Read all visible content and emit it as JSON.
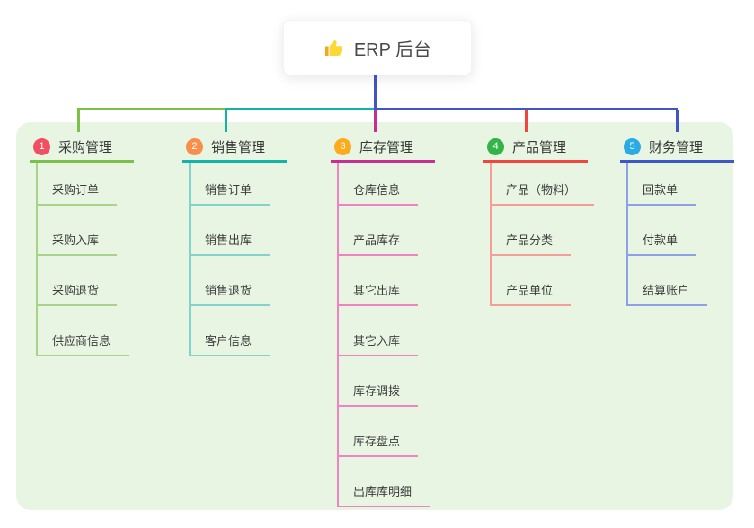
{
  "root": {
    "label": "ERP 后台",
    "icon": "thumbs-up-icon"
  },
  "colors": {
    "canvas_bg": "#e8f5e3",
    "trunk": "#4155c7",
    "card_bg": "#ffffff",
    "text": "#3d3d3d"
  },
  "branches": [
    {
      "num": "1",
      "title": "采购管理",
      "colors": {
        "strong": "#7cbf4b",
        "light": "#a9d28b",
        "badge": "#f25062"
      },
      "children": [
        "采购订单",
        "采购入库",
        "采购退货",
        "供应商信息"
      ]
    },
    {
      "num": "2",
      "title": "销售管理",
      "colors": {
        "strong": "#14b2a7",
        "light": "#82d3cc",
        "badge": "#f98e4b"
      },
      "children": [
        "销售订单",
        "销售出库",
        "销售退货",
        "客户信息"
      ]
    },
    {
      "num": "3",
      "title": "库存管理",
      "colors": {
        "strong": "#c72e91",
        "light": "#ef83c4",
        "badge": "#fbab1b"
      },
      "children": [
        "仓库信息",
        "产品库存",
        "其它出库",
        "其它入库",
        "库存调拨",
        "库存盘点",
        "出库库明细"
      ]
    },
    {
      "num": "4",
      "title": "产品管理",
      "colors": {
        "strong": "#f2453d",
        "light": "#f79d97",
        "badge": "#33b449"
      },
      "children": [
        "产品（物料）",
        "产品分类",
        "产品单位"
      ]
    },
    {
      "num": "5",
      "title": "财务管理",
      "colors": {
        "strong": "#3f56c8",
        "light": "#8ea1e6",
        "badge": "#2aabe4"
      },
      "children": [
        "回款单",
        "付款单",
        "结算账户"
      ]
    }
  ]
}
